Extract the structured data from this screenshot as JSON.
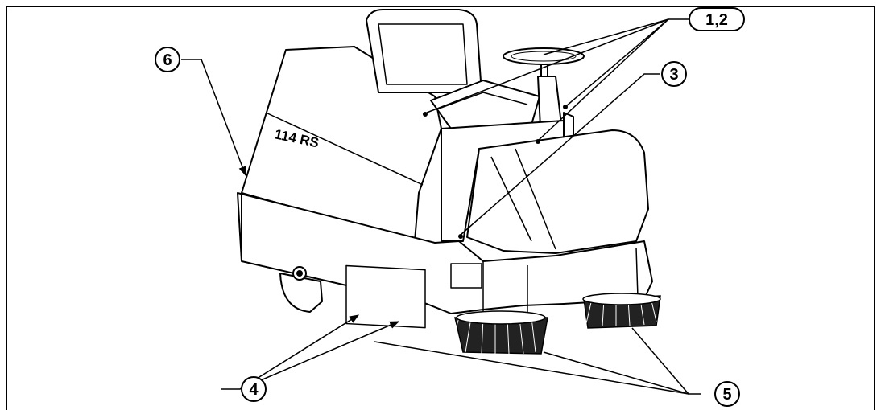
{
  "figure": {
    "model_label": "114 RS",
    "callouts": [
      {
        "id": "c12",
        "label": "1,2"
      },
      {
        "id": "c3",
        "label": "3"
      },
      {
        "id": "c4",
        "label": "4"
      },
      {
        "id": "c5",
        "label": "5"
      },
      {
        "id": "c6",
        "label": "6"
      }
    ]
  },
  "colors": {
    "line": "#000000",
    "background": "#ffffff"
  }
}
